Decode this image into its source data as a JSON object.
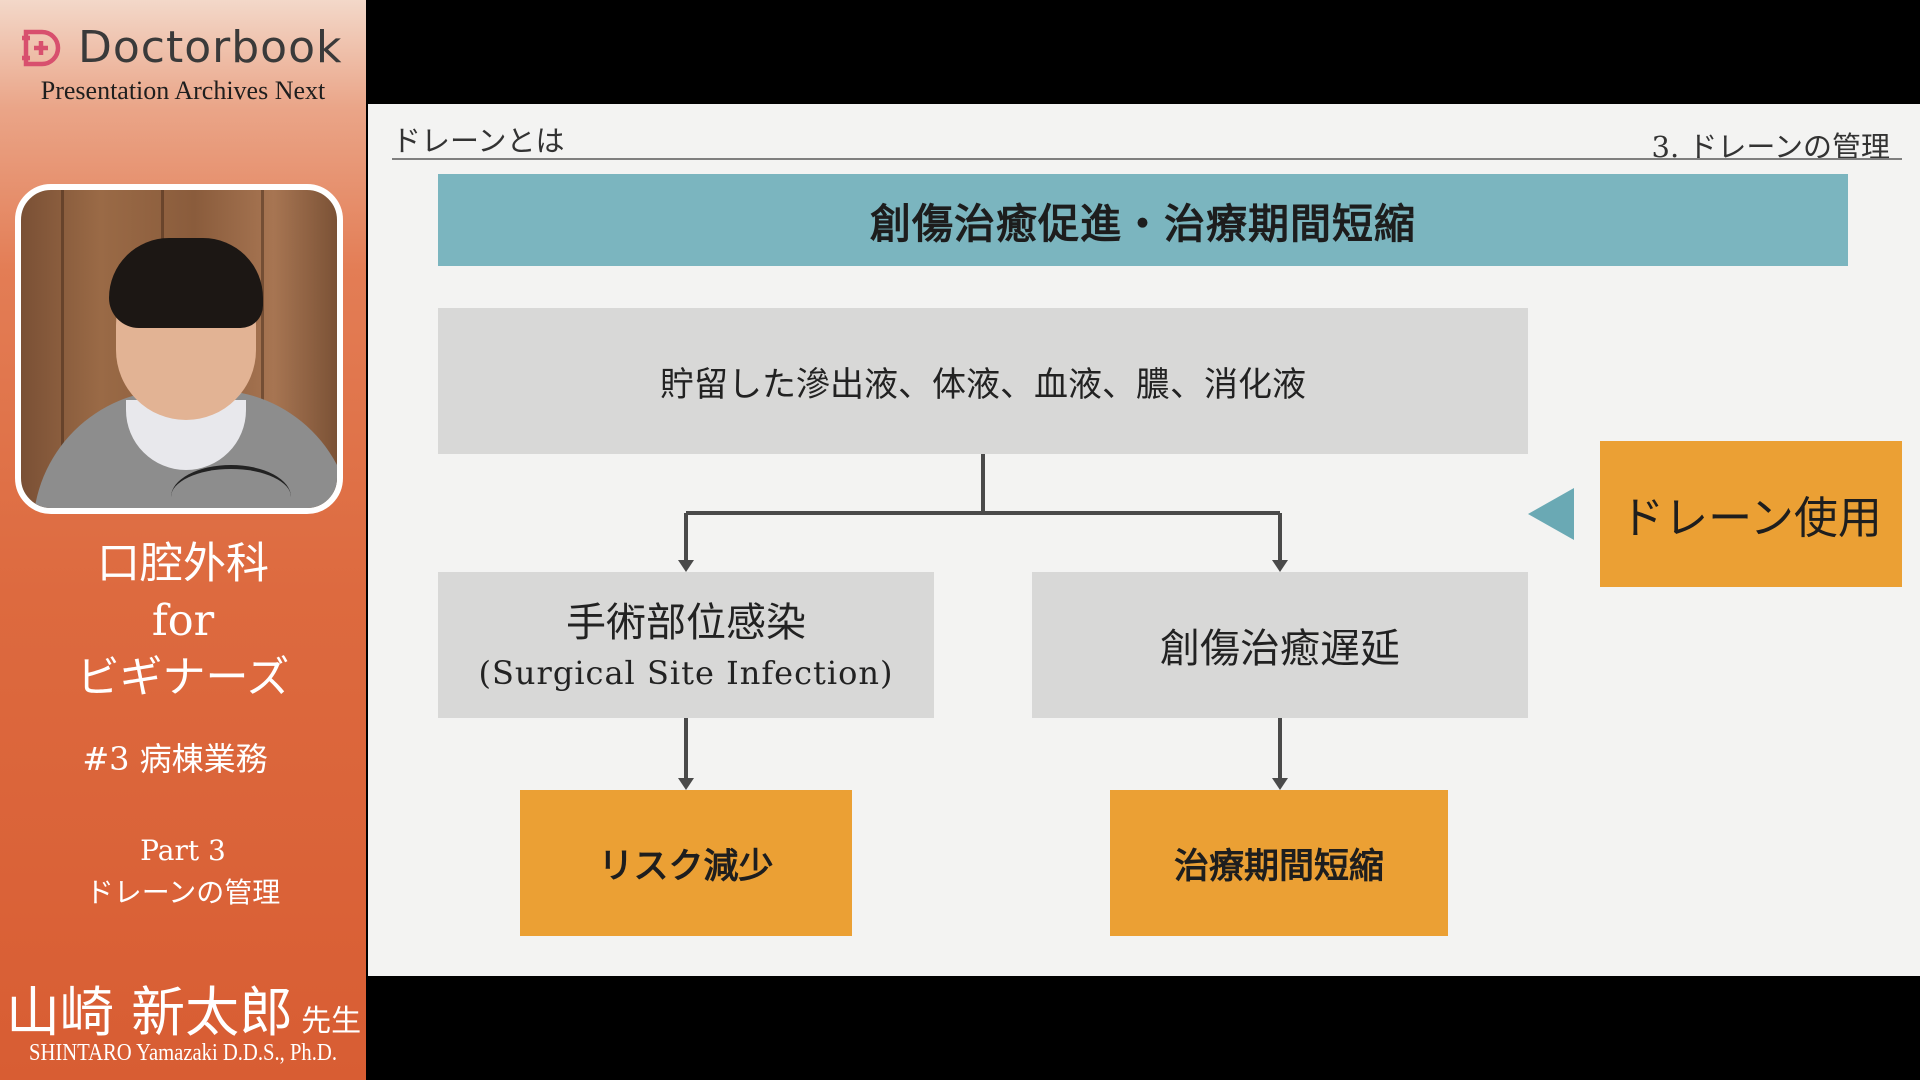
{
  "brand": {
    "name": "Doctorbook",
    "subtitle": "Presentation Archives Next",
    "color": "#d8506e",
    "icon": "doctorbook-logo-icon"
  },
  "course": {
    "title_line1": "口腔外科",
    "title_line2": "for",
    "title_line3": "ビギナーズ",
    "episode": "#3 病棟業務",
    "part": "Part 3",
    "part_title": "ドレーンの管理"
  },
  "teacher": {
    "name": "山崎 新太郎",
    "honorific": "先生",
    "name_en": "SHINTARO Yamazaki D.D.S., Ph.D."
  },
  "slide": {
    "title": "ドレーンとは",
    "section": "3. ドレーンの管理",
    "banner": "創傷治癒促進・治療期間短縮",
    "fluids": "貯留した滲出液、体液、血液、膿、消化液",
    "ssi_main": "手術部位感染",
    "ssi_sub": "(Surgical Site Infection)",
    "delay": "創傷治癒遅延",
    "risk": "リスク減少",
    "period": "治療期間短縮",
    "drain": "ドレーン使用"
  },
  "colors": {
    "banner": "#7bb5bf",
    "grey_box": "#d8d8d7",
    "orange_box": "#eba034",
    "arrow_teal": "#6aa9b4",
    "connector": "#4a4a4a"
  }
}
